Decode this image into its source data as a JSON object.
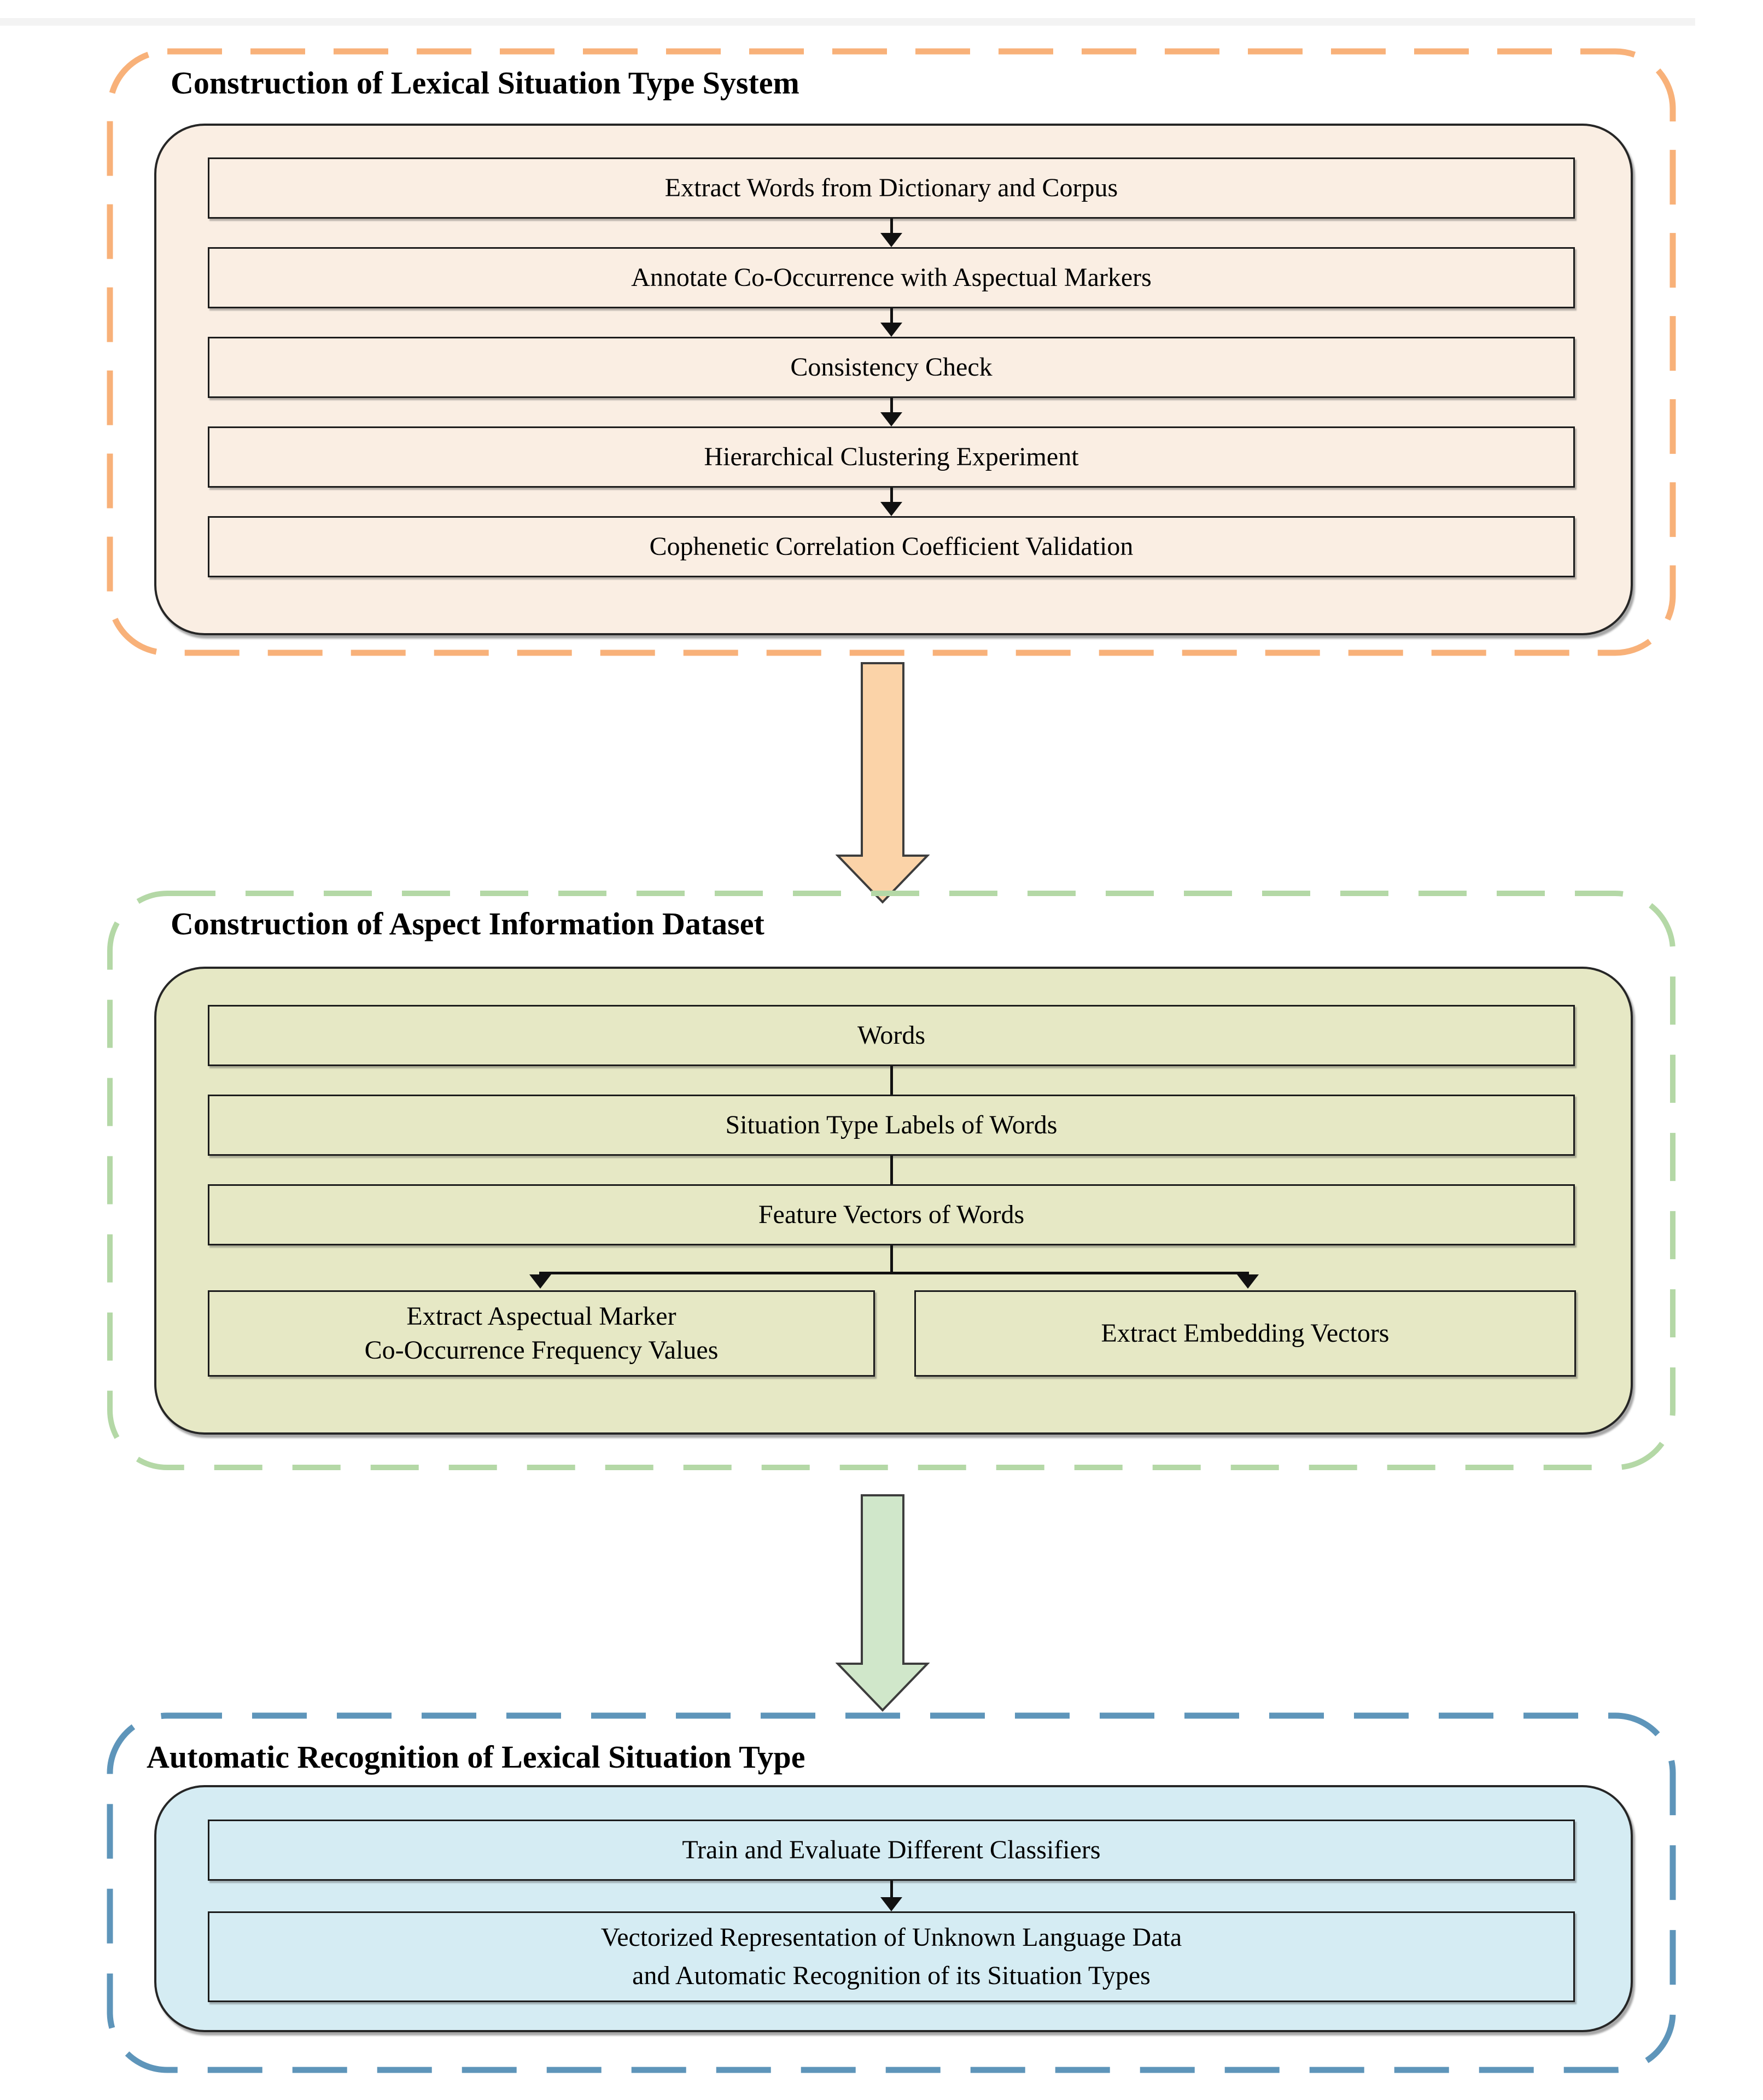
{
  "colors": {
    "background": "#ffffff",
    "top_strip": "#f3f3f3",
    "text": "#000000",
    "box_border": "#1c1c1c",
    "connector": "#111111",
    "section1_accent": "#f8b179",
    "section1_fill": "#faeee3",
    "section1_arrow_fill": "#fbd3a8",
    "section2_accent": "#b4d8a6",
    "section2_fill": "#e6e8c5",
    "section2_arrow_fill": "#d0e7ca",
    "section3_accent": "#5e95ba",
    "section3_fill": "#d5ecf3"
  },
  "sections": [
    {
      "title": "Construction of Lexical Situation Type System",
      "steps": [
        "Extract Words from Dictionary and Corpus",
        "Annotate Co-Occurrence with Aspectual Markers",
        "Consistency Check",
        "Hierarchical Clustering Experiment",
        "Cophenetic Correlation Coefficient Validation"
      ]
    },
    {
      "title": "Construction of Aspect Information Dataset",
      "stack": [
        "Words",
        "Situation Type Labels of Words",
        "Feature Vectors of Words"
      ],
      "branches": [
        "Extract Aspectual Marker\nCo-Occurrence Frequency Values",
        "Extract Embedding Vectors"
      ]
    },
    {
      "title": "Automatic Recognition of Lexical Situation Type",
      "steps": [
        "Train and Evaluate Different Classifiers",
        "Vectorized Representation of Unknown Language Data\nand Automatic Recognition of its Situation Types"
      ]
    }
  ]
}
